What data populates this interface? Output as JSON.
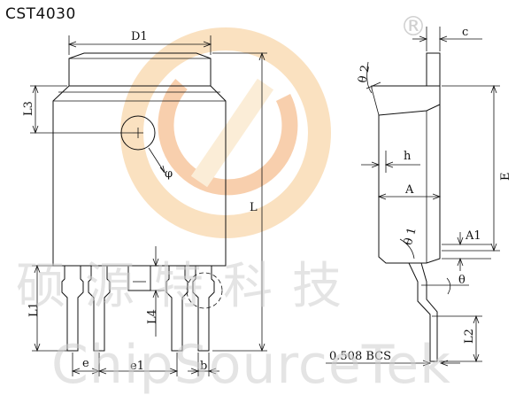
{
  "part_number": "CST4030",
  "watermark": {
    "chinese": "硕源特科技",
    "english": "ChipSourceTek",
    "registered_mark": "®",
    "logo_colors": [
      "#f6c98e",
      "#f3a96b",
      "#f9e0b8"
    ]
  },
  "labels": {
    "D1": "D1",
    "L3": "L3",
    "phi": "φ",
    "L": "L",
    "L1": "L1",
    "L4": "L4",
    "e": "e",
    "e1": "e1",
    "b": "b",
    "c": "c",
    "theta2": "θ 2",
    "h": "h",
    "A": "A",
    "E": "E",
    "theta1": "θ 1",
    "A1": "A1",
    "theta": "θ",
    "L2": "L2",
    "bcs": "0.508 BCS"
  }
}
